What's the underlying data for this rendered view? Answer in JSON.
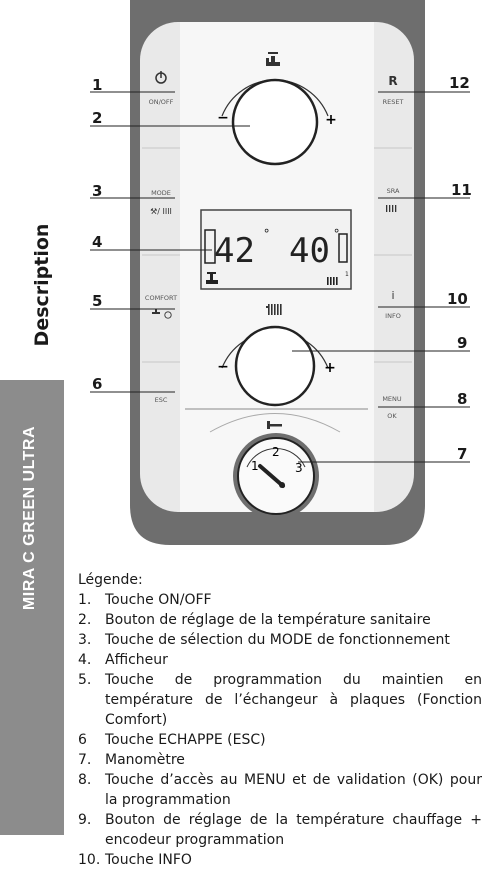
{
  "side": {
    "title": "Description",
    "band_text": "MIRA C GREEN ULTRA"
  },
  "panel": {
    "buttons_left": [
      {
        "id": "onoff",
        "label": "ON/OFF",
        "icon": "power-icon"
      },
      {
        "id": "mode",
        "label": "MODE",
        "sub": "⚒/ IIII",
        "icon": "tap-radiator-icon"
      },
      {
        "id": "comfort",
        "label": "COMFORT",
        "icon": "tap-clock-icon"
      },
      {
        "id": "esc",
        "label": "ESC"
      }
    ],
    "buttons_right": [
      {
        "id": "reset",
        "label": "RESET",
        "glyph": "R"
      },
      {
        "id": "sra",
        "label": "SRA",
        "icon": "radiator-icon"
      },
      {
        "id": "info",
        "label": "INFO",
        "glyph": "i"
      },
      {
        "id": "menu",
        "label": "MENU",
        "sub": "OK"
      }
    ],
    "knob_top": {
      "minus": "−",
      "plus": "+"
    },
    "knob_bottom": {
      "minus": "−",
      "plus": "+"
    },
    "display": {
      "left_value": "42",
      "right_value": "40",
      "degree": "°",
      "right_sub": "1"
    },
    "gauge": {
      "ticks": [
        "1",
        "2",
        "3"
      ]
    }
  },
  "callouts": [
    "1",
    "2",
    "3",
    "4",
    "5",
    "6",
    "7",
    "8",
    "9",
    "10",
    "11",
    "12"
  ],
  "legend": {
    "title": "Légende:",
    "items": [
      {
        "num": "1.",
        "text": "Touche ON/OFF"
      },
      {
        "num": "2.",
        "text": "Bouton de réglage de la température sanitaire"
      },
      {
        "num": "3.",
        "text": "Touche de sélection du MODE de fonctionnement"
      },
      {
        "num": "4.",
        "text": "Afficheur"
      },
      {
        "num": "5.",
        "text": "Touche de programmation du maintien en température de l’échangeur à plaques (Fonction Comfort)"
      },
      {
        "num": "6",
        "text": "Touche ECHAPPE (ESC)"
      },
      {
        "num": "7.",
        "text": "Manomètre"
      },
      {
        "num": "8.",
        "text": "Touche d’accès au MENU et de validation (OK) pour la programmation"
      },
      {
        "num": "9.",
        "text": "Bouton de réglage de la température chauffage + encodeur programmation"
      },
      {
        "num": "10.",
        "text": "Touche INFO"
      }
    ]
  }
}
